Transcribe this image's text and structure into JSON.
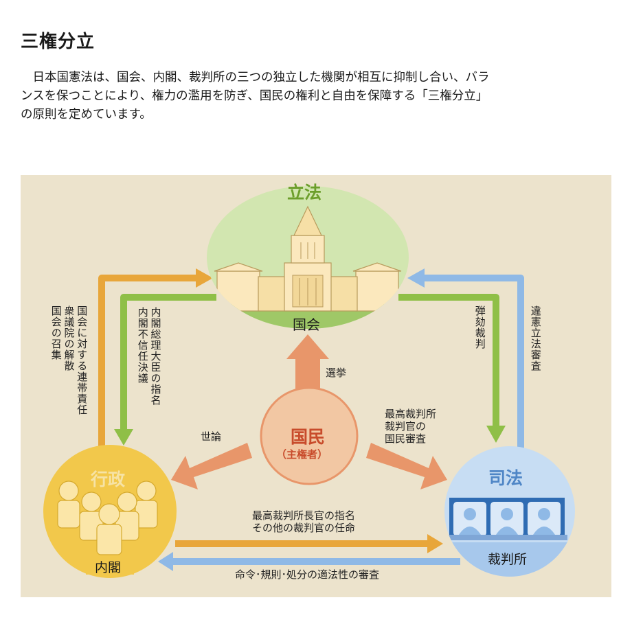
{
  "heading": "三権分立",
  "intro_lines": [
    "　日本国憲法は、国会、内閣、裁判所の三つの独立した機関が相互に抑制し合い、バラ",
    "ンスを保つことにより、権力の濫用を防ぎ、国民の権利と自由を保障する「三権分立」",
    "の原則を定めています。"
  ],
  "legislative": {
    "title": "立法",
    "institution": "国会"
  },
  "executive": {
    "title": "行政",
    "institution": "内閣"
  },
  "judicial": {
    "title": "司法",
    "institution": "裁判所"
  },
  "people": {
    "title": "国民",
    "subtitle": "（主権者）"
  },
  "relations": {
    "exec_to_diet": [
      "国会の召集",
      "衆議院の解散",
      "国会に対する連帯責任"
    ],
    "diet_to_exec": [
      "内閣不信任決議",
      "内閣総理大臣の指名"
    ],
    "diet_to_court": [
      "弾劾裁判"
    ],
    "court_to_diet": [
      "違憲立法審査"
    ],
    "people_to_diet": "選挙",
    "people_to_exec": "世論",
    "people_to_court": [
      "最高裁判所",
      "裁判官の",
      "国民審査"
    ],
    "exec_to_court": [
      "最高裁判所長官の指名",
      "その他の裁判官の任命"
    ],
    "court_to_exec": "命令･規則･処分の適法性の審査"
  },
  "colors": {
    "background": "#ece3cc",
    "legislative_green": "#8fbf47",
    "executive_orange": "#e8a63a",
    "judicial_blue": "#8fb9e6",
    "people_salmon": "#e8966a",
    "people_fill": "#f2c7a3",
    "exec_fill": "#f2c84b",
    "court_fill": "#c7ddf3",
    "diet_fill": "#d2e6b0"
  }
}
